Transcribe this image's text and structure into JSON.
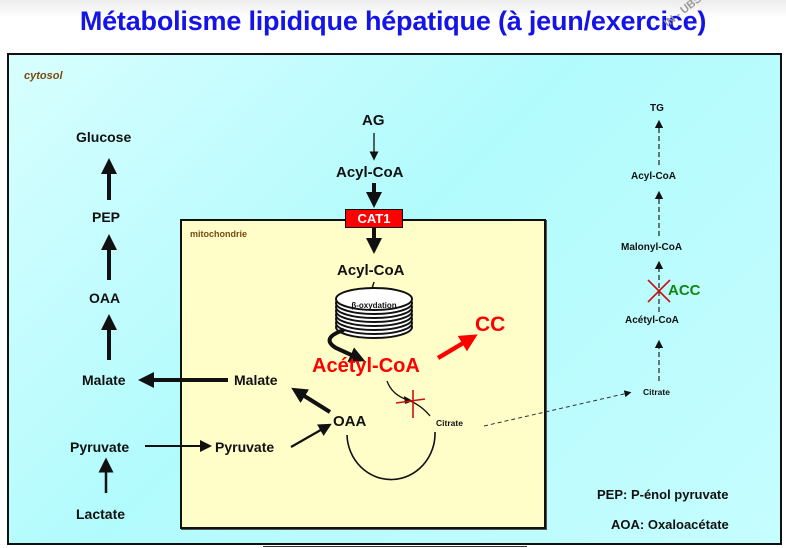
{
  "title": "Métabolisme lipidique hépatique (à jeun/exercice)",
  "watermark": "IN - UBS",
  "compartments": {
    "cytosol": "cytosol",
    "mitochondrie": "mitochondrie"
  },
  "enzyme_box": "CAT1",
  "beta_oxidation": "β-oxydation",
  "left_pathway": {
    "glucose": "Glucose",
    "pep": "PEP",
    "oaa": "OAA",
    "malate": "Malate",
    "pyruvate": "Pyruvate",
    "lactate": "Lactate"
  },
  "center_pathway": {
    "ag": "AG",
    "acyl_coa_cyto": "Acyl-CoA",
    "acyl_coa_mito": "Acyl-CoA",
    "acetyl_coa": "Acétyl-CoA",
    "cc": "CC",
    "malate": "Malate",
    "pyruvate": "Pyruvate",
    "oaa": "OAA",
    "citrate": "Citrate"
  },
  "right_pathway": {
    "tg": "TG",
    "acyl_coa": "Acyl-CoA",
    "malonyl_coa": "Malonyl-CoA",
    "acc": "ACC",
    "acetyl_coa": "Acétyl-CoA",
    "citrate": "Citrate"
  },
  "legend": {
    "pep": "PEP: P-énol pyruvate",
    "aoa": "AOA: Oxaloacétate"
  },
  "colors": {
    "title": "#1414e6",
    "highlight": "#ff0000",
    "acc": "#118811",
    "inhibition": "#cc1111",
    "compartment_label": "#7a4a10",
    "cytosol_bg": "#b2fbfd",
    "mito_bg": "#fffdc8"
  }
}
